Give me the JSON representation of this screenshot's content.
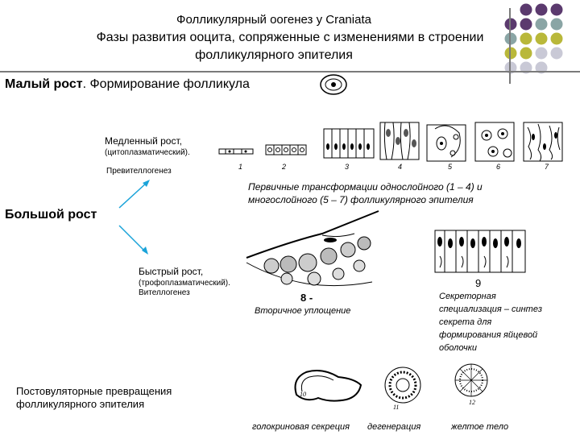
{
  "header": {
    "title_line1": "Фолликулярный оогенез у Craniata",
    "title_line2": "Фазы развития ооцита, сопряженные с изменениями в строении",
    "title_line3": "фолликулярного эпителия"
  },
  "small_growth": {
    "label_bold": "Малый рост",
    "label_rest": ". Формирование фолликула"
  },
  "slow_growth": {
    "label": "Медленный рост,",
    "type": "(цитоплазматический).",
    "phase": "Превителлогенез"
  },
  "primary_transformations": {
    "line1": "Первичные трансформации однослойного (1 – 4) и",
    "line2": "многослойного (5 – 7) фолликулярного эпителия"
  },
  "stage_numbers": [
    "1",
    "2",
    "3",
    "4",
    "5",
    "6",
    "7"
  ],
  "large_growth": {
    "label": "Большой рост"
  },
  "fast_growth": {
    "label": "Быстрый рост,",
    "type": "(трофоплазматический).",
    "phase": "Вителлогенез"
  },
  "secondary": {
    "number": "8 -",
    "label": "Вторичное уплощение"
  },
  "secretory": {
    "number": "9",
    "line1": "Секреторная",
    "line2": "специализация – синтез",
    "line3": "секрета для",
    "line4": "формирования яйцевой",
    "line5": "оболочки"
  },
  "postovulatory": {
    "line1": "Постовуляторные превращения",
    "line2": "фолликулярного эпителия"
  },
  "bottom_labels": {
    "holocrine": "голокриновая секреция",
    "degeneration": "дегенерация",
    "yellow_body": "желтое тело"
  },
  "colors": {
    "dot_purple": "#5b3a6e",
    "dot_teal": "#8aa5a5",
    "dot_olive": "#b9b83a",
    "dot_grey": "#c9c9d6",
    "line_grey": "#7a7a7a"
  }
}
